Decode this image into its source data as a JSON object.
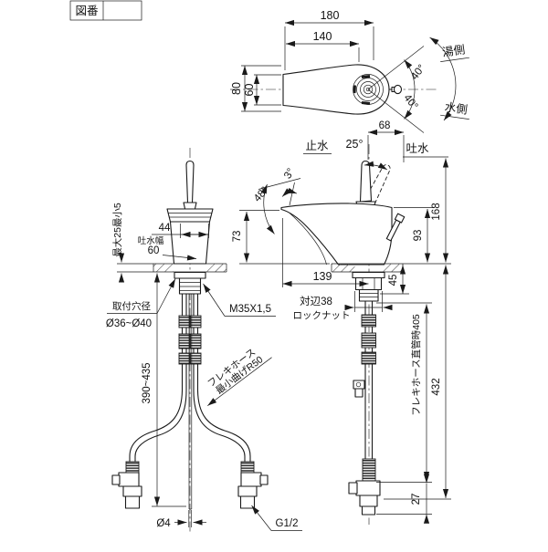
{
  "drawing": {
    "background": "#ffffff",
    "line_color": "#1a1a1a",
    "title_block": {
      "label": "図番",
      "value": ""
    },
    "top_view": {
      "dim_180": "180",
      "dim_140": "140",
      "dim_80": "80",
      "dim_60": "60",
      "angle_hot": "40°",
      "angle_cold": "40°",
      "hot_side_label": "湯側",
      "cold_side_label": "水側"
    },
    "front_view": {
      "deck_thickness_label": "最大25最小5",
      "dim_44": "44",
      "spout_width_label": "吐水幅",
      "dim_60": "60",
      "mount_hole_label": "取付穴径",
      "mount_hole_dia": "Ø36~Ø40",
      "thread_spec": "M35X1,5",
      "hose_length_range": "390~435",
      "flex_hose_label": "フレキホース",
      "min_bend_label": "最小曲げR50",
      "rod_dia": "Ø4",
      "connector_thread": "G1/2"
    },
    "side_view": {
      "dim_68": "68",
      "stop_label": "止水",
      "angle_25": "25°",
      "discharge_label": "吐水",
      "angle_3": "3°",
      "angle_48": "48°",
      "dim_73": "73",
      "dim_93": "93",
      "dim_168": "168",
      "dim_139": "139",
      "dim_45": "45",
      "across_flats": "対辺38",
      "lock_nut_label": "ロックナット",
      "hose_straight_label": "フレキホース直管時405",
      "dim_432": "432",
      "dim_27": "27"
    }
  }
}
